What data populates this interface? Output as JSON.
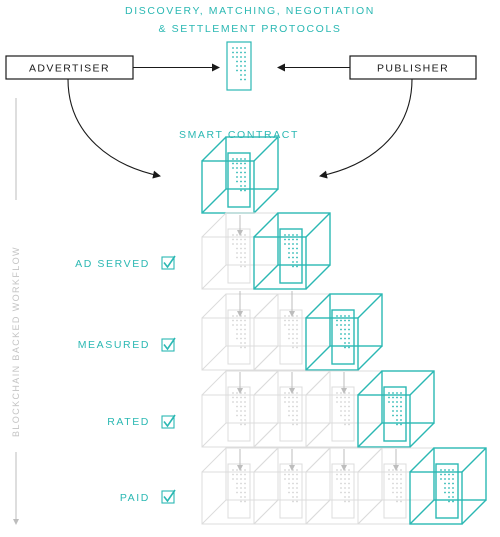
{
  "header": {
    "line1": "DISCOVERY, MATCHING, NEGOTIATION",
    "line2": "& SETTLEMENT PROTOCOLS"
  },
  "parties": {
    "advertiser": "ADVERTISER",
    "publisher": "PUBLISHER"
  },
  "smart_contract_label": "SMART CONTRACT",
  "side_label": "BLOCKCHAIN BACKED WORKFLOW",
  "steps": [
    {
      "label": "AD SERVED",
      "checked": true
    },
    {
      "label": "MEASURED",
      "checked": true
    },
    {
      "label": "RATED",
      "checked": true
    },
    {
      "label": "PAID",
      "checked": true
    }
  ],
  "colors": {
    "accent": "#2bb8b3",
    "text": "#1a1a1a",
    "inactive": "#dcdcdc"
  }
}
